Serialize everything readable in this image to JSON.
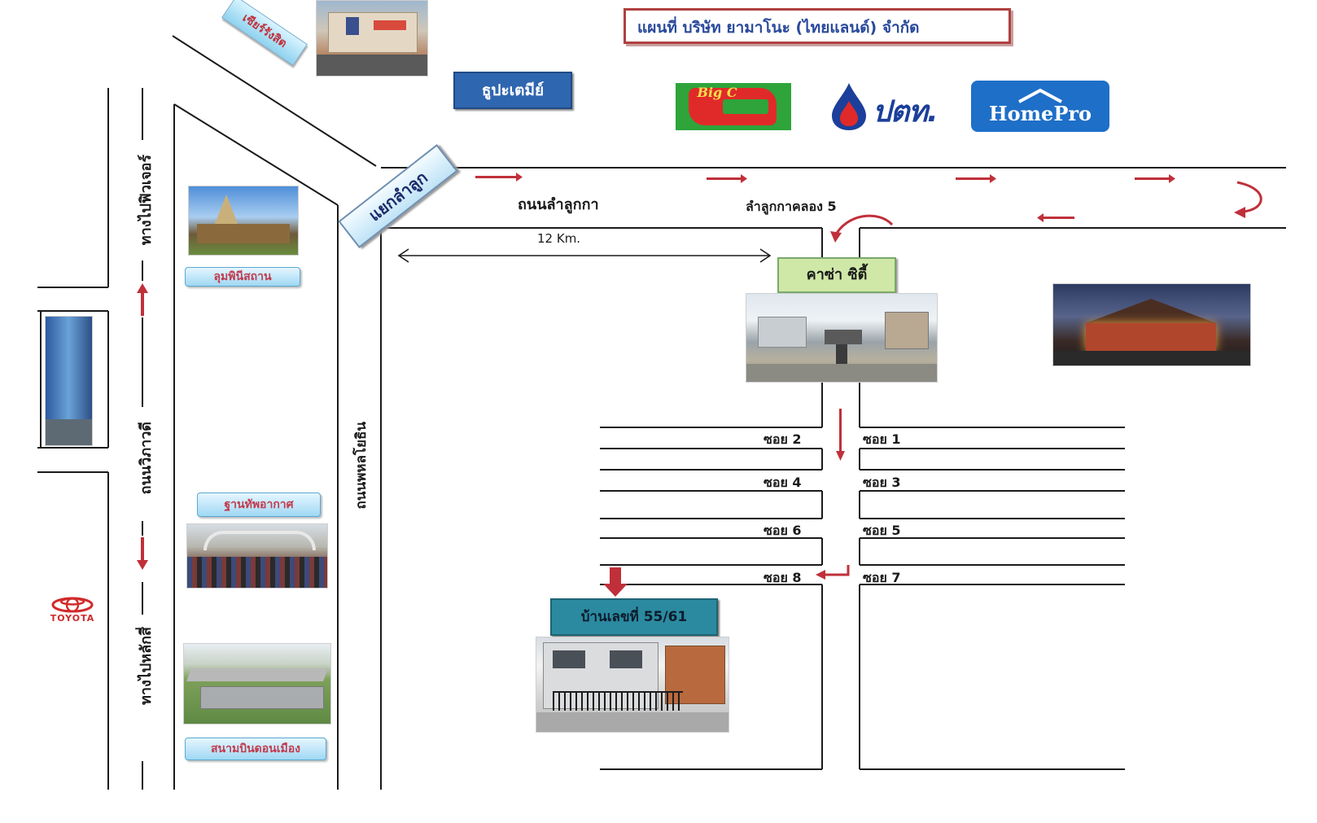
{
  "title": "แผนที่ บริษัท ยามาโนะ (ไทยแลนด์) จำกัด",
  "signs": {
    "future_rangsit": "เซียร์รังสิต",
    "thupatemee": "ธูปะเตมีย์",
    "laem_luk": "แยกลำลูก",
    "casa_city": "คาซ่า ซิตี้",
    "house_number": "บ้านเลขที่ 55/61"
  },
  "roads": {
    "lam_luk_ka": "ถนนลำลูกกา",
    "klong5": "ลำลูกกาคลอง 5",
    "distance": "12 Km.",
    "phahonyothin": "ถนนพหลโยธิน",
    "to_future_park": "ทางไปฟิวเจอร์",
    "vibhavadi": "ถนนวิภาวดี",
    "to_laksi": "ทางไปหลักสี่"
  },
  "landmarks": {
    "lumpini": "ลุมพินีสถาน",
    "air_force": "ฐานทัพอากาศ",
    "don_mueang": "สนามบินดอนเมือง"
  },
  "logos": {
    "bigc": "Big C",
    "ptt": "ปตท.",
    "homepro": "HomePro",
    "toyota": "TOYOTA"
  },
  "sois": {
    "soi1": "ซอย 1",
    "soi2": "ซอย 2",
    "soi3": "ซอย 3",
    "soi4": "ซอย 4",
    "soi5": "ซอย 5",
    "soi6": "ซอย 6",
    "soi7": "ซอย 7",
    "soi8": "ซอย 8"
  },
  "colors": {
    "arrow_red": "#c0303a",
    "title_border": "#b04040",
    "title_text": "#2a4a9c",
    "thupatemee_bg": "#2f66b0",
    "casa_bg": "#cfe8a8",
    "house_bg": "#2b8aa0"
  }
}
